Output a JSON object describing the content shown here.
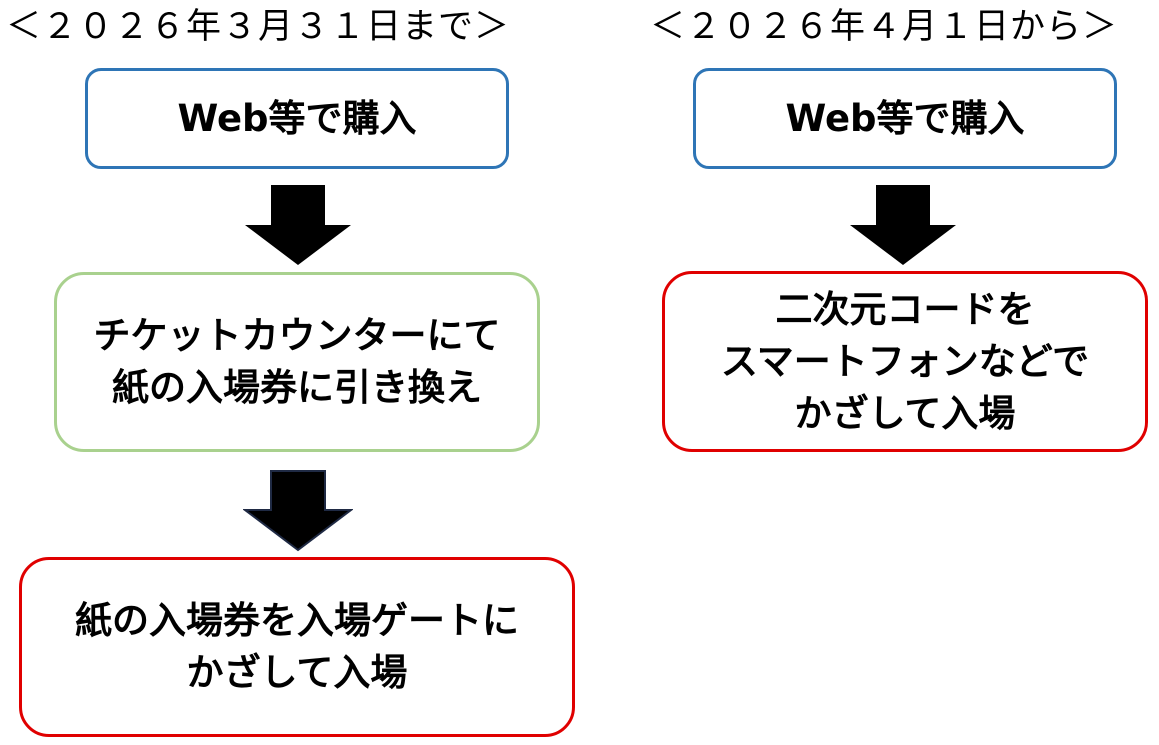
{
  "left": {
    "heading": "＜２０２６年３月３１日まで＞",
    "step1": "Web等で購入",
    "step2": "チケットカウンターにて\n紙の入場券に引き換え",
    "step3": "紙の入場券を入場ゲートに\nかざして入場"
  },
  "right": {
    "heading": "＜２０２６年４月１日から＞",
    "step1": "Web等で購入",
    "step2": "二次元コードを\nスマートフォンなどで\nかざして入場"
  },
  "colors": {
    "purchase_border": "#2e75b6",
    "counter_border": "#a9d18e",
    "entry_border": "#e00000",
    "arrow": "#000000"
  }
}
